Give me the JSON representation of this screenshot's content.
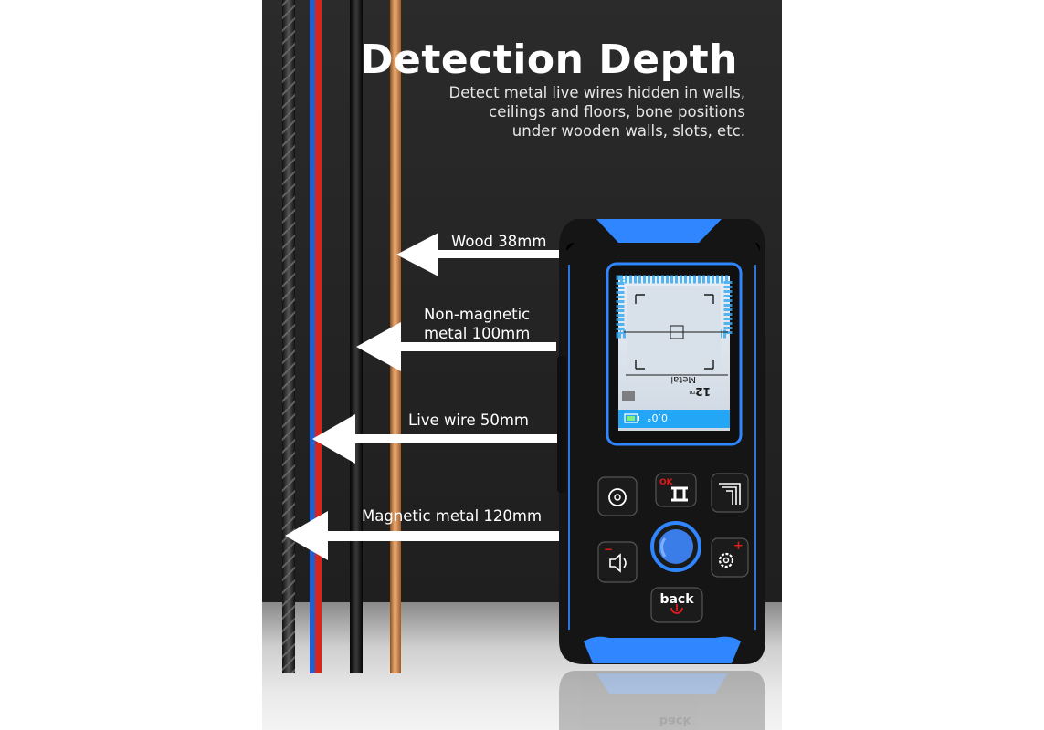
{
  "heading": {
    "title": "Detection Depth",
    "description_lines": [
      "Detect metal live wires hidden in walls,",
      "ceilings and floors, bone positions",
      "under wooden walls, slots, etc."
    ]
  },
  "callouts": [
    {
      "lines": [
        "Wood 38mm"
      ]
    },
    {
      "lines": [
        "Non-magnetic",
        "metal 100mm"
      ]
    },
    {
      "lines": [
        "Live wire 50mm"
      ]
    },
    {
      "lines": [
        "Magnetic metal 120mm"
      ]
    }
  ],
  "device": {
    "screen": {
      "unit_reading": "12",
      "unit_label": "cm",
      "mode_label": "Metal",
      "angle_reading": "0.0°"
    },
    "buttons": {
      "ok_label": "OK",
      "back_label": "back",
      "minus_label": "−",
      "plus_label": "+"
    },
    "reflection_text": "back"
  },
  "colors": {
    "accent_blue": "#2f86ff",
    "screen_cyan": "#43c6ff",
    "ok_red": "#e21b1b",
    "wire_red": "#d9261c",
    "wire_blue": "#1f5fd6",
    "wire_copper": "#c8804a"
  }
}
